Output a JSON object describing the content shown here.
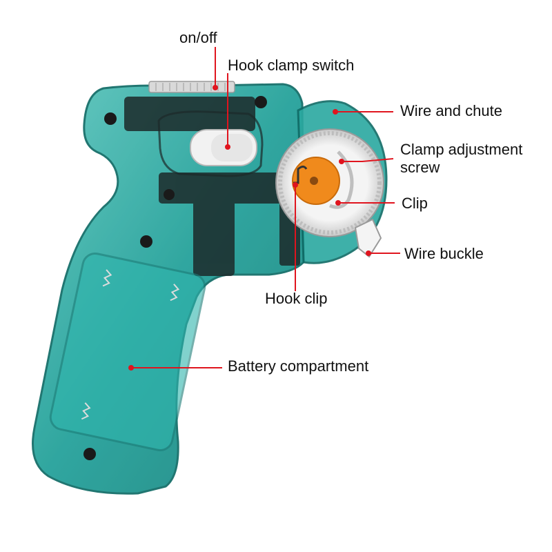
{
  "labels": {
    "on_off": "on/off",
    "hook_clamp_switch": "Hook clamp switch",
    "wire_and_chute": "Wire and chute",
    "clamp_adjustment_screw": "Clamp adjustment screw",
    "clip": "Clip",
    "wire_buckle": "Wire buckle",
    "hook_clip": "Hook clip",
    "battery_compartment": "Battery compartment"
  },
  "colors": {
    "body": "#1f9f98",
    "body_dark": "#127570",
    "body_light": "#7ed3cc",
    "leader_line": "#e0141e",
    "dot": "#e0141e",
    "wheel": "#e8e8e8",
    "screw_plate": "#f08a1c",
    "switch_knob": "#f2f2f2",
    "internals": "#1c2a2a"
  }
}
